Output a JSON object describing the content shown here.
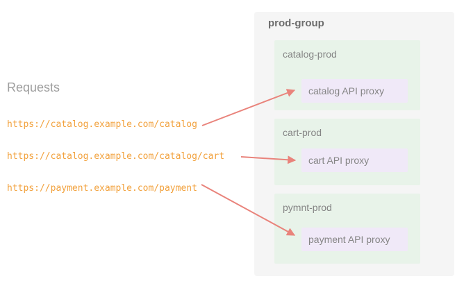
{
  "requests": {
    "title": "Requests",
    "urls": [
      {
        "text": "https://catalog.example.com/catalog"
      },
      {
        "text": "https://catalog.example.com/catalog/cart"
      },
      {
        "text": "https://payment.example.com/payment"
      }
    ]
  },
  "group": {
    "title": "prod-group",
    "environments": [
      {
        "name": "catalog-prod",
        "proxy": "catalog API proxy"
      },
      {
        "name": "cart-prod",
        "proxy": "cart API proxy"
      },
      {
        "name": "pymnt-prod",
        "proxy": "payment API proxy"
      }
    ]
  },
  "colors": {
    "group_bg": "#f5f5f5",
    "environment_bg": "#e8f3e9",
    "proxy_bg": "#f0e9f8",
    "arrow": "#e9837b",
    "url_text": "#f2a13c",
    "label_text": "#858585",
    "title_text": "#6d6d6d",
    "requests_text": "#9e9e9e"
  }
}
